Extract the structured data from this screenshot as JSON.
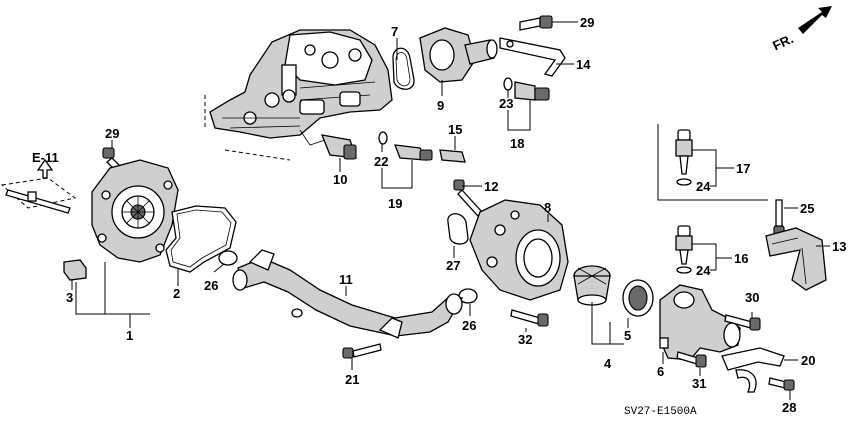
{
  "diagram": {
    "code": "SV27-E1500A",
    "direction": "FR.",
    "reference": "E-11",
    "callouts": [
      "1",
      "2",
      "3",
      "4",
      "5",
      "6",
      "7",
      "8",
      "9",
      "10",
      "11",
      "12",
      "13",
      "14",
      "15",
      "16",
      "17",
      "18",
      "19",
      "20",
      "21",
      "22",
      "23",
      "24",
      "24",
      "25",
      "26",
      "26",
      "27",
      "28",
      "29",
      "29",
      "30",
      "31",
      "32"
    ]
  }
}
